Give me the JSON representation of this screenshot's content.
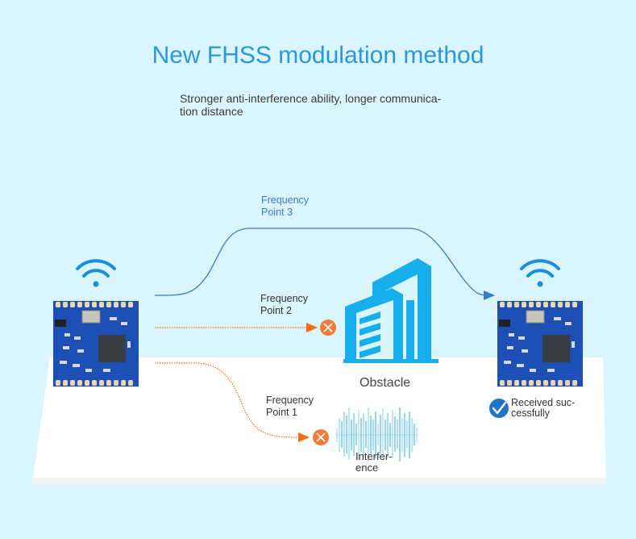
{
  "title": "New FHSS modulation method",
  "subtitle": "Stronger anti-interference ability, longer communica- tion distance",
  "paths": {
    "point3": {
      "line1": "Frequency",
      "line2": "Point 3",
      "status": "success"
    },
    "point2": {
      "line1": "Frequency",
      "line2": "Point 2",
      "status": "blocked"
    },
    "point1": {
      "line1": "Frequency",
      "line2": "Point 1",
      "status": "blocked"
    }
  },
  "obstacle": {
    "label": "Obstacle"
  },
  "interference": {
    "line1": "Interfer-",
    "line2": "ence"
  },
  "receiver": {
    "line1": "Received suc-",
    "line2": "cessfully"
  },
  "colors": {
    "background": "#dbf5fd",
    "title": "#2a97de",
    "success_path": "#3a7bd0",
    "blocked_path": "#ff6a13",
    "x_marker": "#f47b3a",
    "building": "#16aeed",
    "pcb": "#1e4fb5"
  }
}
